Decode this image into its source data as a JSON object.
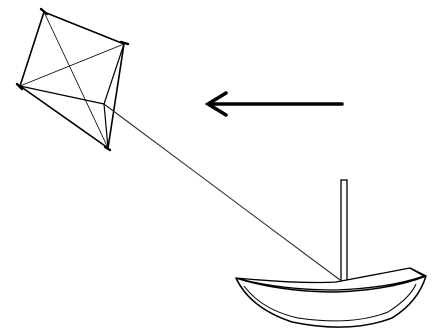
{
  "diagram": {
    "kind": "kite-pulling-sailboat",
    "background_color": "#ffffff",
    "line_color": "#000000",
    "parts": [
      "kite",
      "kite-line",
      "boat-hull",
      "mast",
      "wind-arrow"
    ],
    "wind_direction": "left"
  }
}
